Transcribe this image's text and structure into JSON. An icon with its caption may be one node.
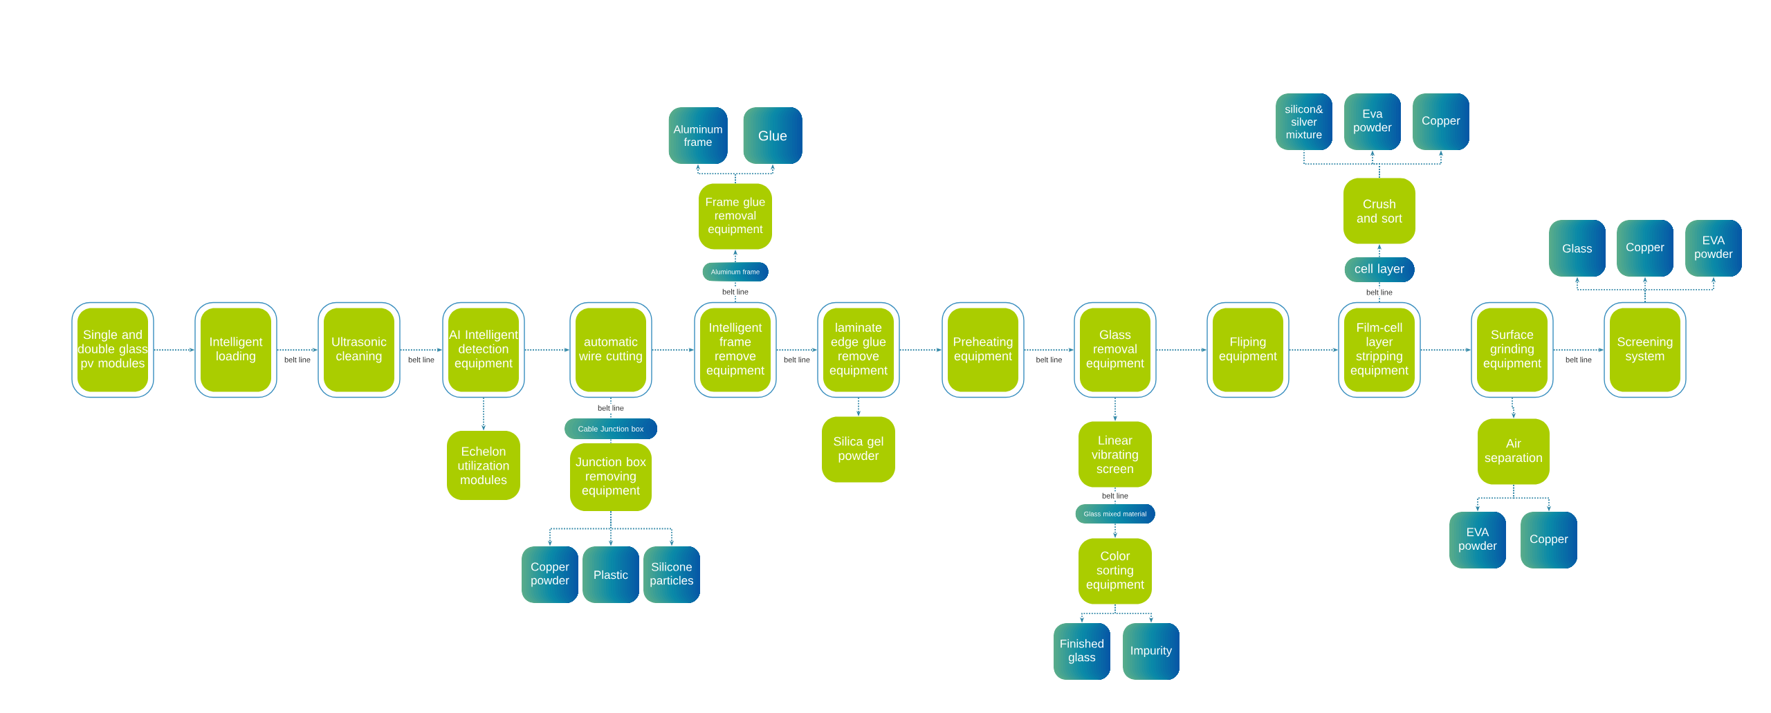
{
  "diagram": {
    "nodes": [
      {
        "text": [
          "Single and double glass pv modules"
        ]
      },
      {
        "text": [
          "Intelligent loading"
        ]
      },
      {
        "text": [
          "Ultrasonic cleaning"
        ]
      },
      {
        "text": [
          "AI Intelligent detection equipment"
        ]
      },
      {
        "text": [
          "automatic wire cutting"
        ]
      },
      {
        "text": [
          "Intelligent frame remove equipment"
        ]
      },
      {
        "text": [
          "laminate edge glue remove equipment"
        ]
      },
      {
        "text": [
          "Preheating equipment"
        ]
      },
      {
        "text": [
          "Glass removal equipment"
        ]
      },
      {
        "text": [
          "Fliping equipment"
        ]
      },
      {
        "text": [
          "Film-cell layer stripping equipment"
        ]
      },
      {
        "text": [
          "Surface grinding equipment"
        ]
      },
      {
        "text": [
          "Screening system"
        ]
      },
      {
        "text": [
          "Echelon utilization modules"
        ]
      },
      {
        "text": [
          "Cable Junction box"
        ]
      },
      {
        "text": [
          "Junction box removing equipment"
        ]
      },
      {
        "text": [
          "Copper powder"
        ]
      },
      {
        "text": [
          "Plastic"
        ]
      },
      {
        "text": [
          "Silicone particles"
        ]
      },
      {
        "text": [
          "Aluminum frame"
        ]
      },
      {
        "text": [
          "Frame glue removal equipment"
        ]
      },
      {
        "text": [
          "Aluminum frame"
        ]
      },
      {
        "text": [
          "Glue"
        ]
      },
      {
        "text": [
          "Silica gel powder"
        ]
      },
      {
        "text": [
          "Linear vibrating screen"
        ]
      },
      {
        "text": [
          "Glass mixed material"
        ]
      },
      {
        "text": [
          "Color sorting equipment"
        ]
      },
      {
        "text": [
          "Finished glass"
        ]
      },
      {
        "text": [
          "Impurity"
        ]
      },
      {
        "text": [
          "cell layer"
        ]
      },
      {
        "text": [
          "Crush and sort"
        ]
      },
      {
        "text": [
          "silicon& silver mixture"
        ]
      },
      {
        "text": [
          "Eva powder"
        ]
      },
      {
        "text": [
          "Copper"
        ]
      },
      {
        "text": [
          "Air separation"
        ]
      },
      {
        "text": [
          "EVA powder"
        ]
      },
      {
        "text": [
          "Copper"
        ]
      },
      {
        "text": [
          "Glass"
        ]
      },
      {
        "text": [
          "Copper"
        ]
      },
      {
        "text": [
          "EVA powder"
        ]
      }
    ],
    "edges": [
      {
        "from": 0,
        "to": 1,
        "arrow": "to"
      },
      {
        "from": 1,
        "to": 2,
        "arrow": "to",
        "label": "belt line"
      },
      {
        "from": 2,
        "to": 3,
        "arrow": "to",
        "label": "belt line"
      },
      {
        "from": 3,
        "to": 4,
        "arrow": "to"
      },
      {
        "from": 4,
        "to": 5,
        "arrow": "to"
      },
      {
        "from": 5,
        "to": 6,
        "arrow": "to",
        "label": "belt line"
      },
      {
        "from": 6,
        "to": 7,
        "arrow": "to"
      },
      {
        "from": 7,
        "to": 8,
        "arrow": "to",
        "label": "belt line"
      },
      {
        "from": 8,
        "to": 9,
        "arrow": "to"
      },
      {
        "from": 9,
        "to": 10,
        "arrow": "to"
      },
      {
        "from": 10,
        "to": 11,
        "arrow": "to"
      },
      {
        "from": 11,
        "to": 12,
        "arrow": "to",
        "label": "belt line"
      },
      {
        "from": 3,
        "to": 13,
        "arrow": "to"
      },
      {
        "from": 4,
        "to": 14,
        "arrow": "none",
        "label": "belt line"
      },
      {
        "from": 14,
        "to": 15,
        "arrow": "none"
      },
      {
        "from": 15,
        "to": 16,
        "arrow": "to"
      },
      {
        "from": 15,
        "to": 17,
        "arrow": "to"
      },
      {
        "from": 15,
        "to": 18,
        "arrow": "to"
      },
      {
        "from": 5,
        "to": 19,
        "arrow": "none",
        "label": "belt line"
      },
      {
        "from": 19,
        "to": 20,
        "arrow": "to"
      },
      {
        "from": 20,
        "to": 21,
        "arrow": "to"
      },
      {
        "from": 20,
        "to": 22,
        "arrow": "to"
      },
      {
        "from": 6,
        "to": 23,
        "arrow": "to"
      },
      {
        "from": 8,
        "to": 24,
        "arrow": "to"
      },
      {
        "from": 24,
        "to": 25,
        "arrow": "none",
        "label": "belt line"
      },
      {
        "from": 25,
        "to": 26,
        "arrow": "to"
      },
      {
        "from": 26,
        "to": 27,
        "arrow": "to"
      },
      {
        "from": 26,
        "to": 28,
        "arrow": "to"
      },
      {
        "from": 10,
        "to": 29,
        "arrow": "none",
        "label": "belt line"
      },
      {
        "from": 29,
        "to": 30,
        "arrow": "to"
      },
      {
        "from": 30,
        "to": 31,
        "arrow": "none"
      },
      {
        "from": 30,
        "to": 32,
        "arrow": "to"
      },
      {
        "from": 30,
        "to": 33,
        "arrow": "to"
      },
      {
        "from": 11,
        "to": 34,
        "arrow": "to"
      },
      {
        "from": 34,
        "to": 35,
        "arrow": "to"
      },
      {
        "from": 34,
        "to": 36,
        "arrow": "to"
      },
      {
        "from": 12,
        "to": 37,
        "arrow": "to"
      },
      {
        "from": 12,
        "to": 38,
        "arrow": "to"
      },
      {
        "from": 12,
        "to": 39,
        "arrow": "to"
      }
    ]
  }
}
